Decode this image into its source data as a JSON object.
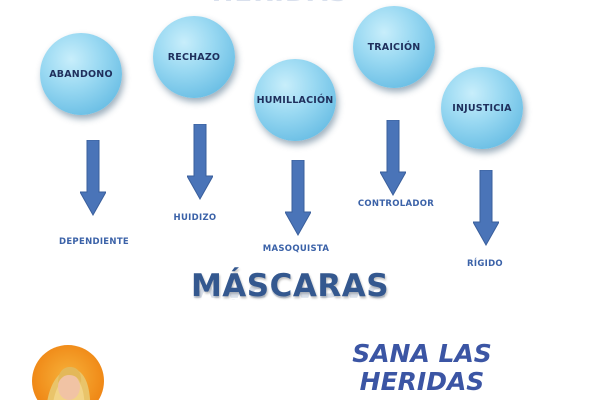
{
  "header": {
    "top_title": "HERIDAS"
  },
  "wounds": [
    {
      "label": "ABANDONO",
      "mask": "DEPENDIENTE"
    },
    {
      "label": "RECHAZO",
      "mask": "HUIDIZO"
    },
    {
      "label": "HUMILLACIÓN",
      "mask": "MASOQUISTA"
    },
    {
      "label": "TRAICIÓN",
      "mask": "CONTROLADOR"
    },
    {
      "label": "INJUSTICIA",
      "mask": "RÍGIDO"
    }
  ],
  "masks_title": "MÁSCARAS",
  "brand": {
    "line1": "SANA LAS",
    "line2": "HERIDAS"
  },
  "colors": {
    "node": "#7cc8ea",
    "arrow": "#4a74b8",
    "mask_text": "#3b62a8",
    "brand_text": "#3b55a4",
    "avatar_bg": "#f08a18"
  },
  "icons": {
    "arrow": "arrow-down-icon",
    "avatar": "avatar"
  }
}
